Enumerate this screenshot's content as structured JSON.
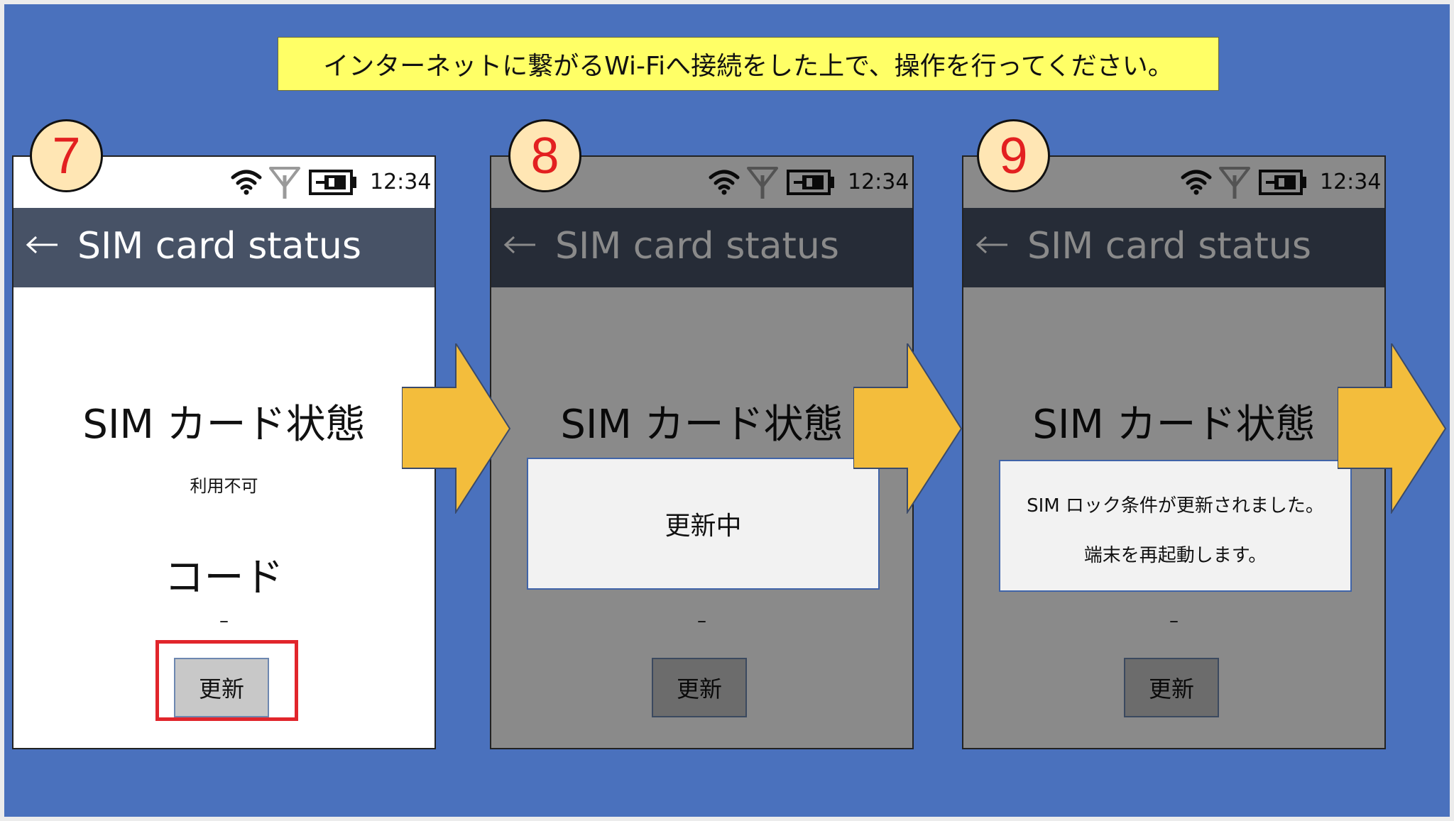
{
  "banner": {
    "text": "インターネットに繋がるWi-Fiへ接続をした上で、操作を行ってください。"
  },
  "colors": {
    "slide_background": "#4a71bd",
    "banner": "#ffff66",
    "appbar": "#475266",
    "badge_fill": "#ffe6b4",
    "badge_number": "#e32020",
    "arrow": "#f3bd3c",
    "highlight": "#e1252b"
  },
  "icons": {
    "status": [
      "wifi-icon",
      "antenna-icon",
      "battery-icon"
    ],
    "back": "back-arrow-icon",
    "flow": "right-arrow-icon"
  },
  "steps": [
    {
      "number": "7",
      "status_time": "12:34",
      "app_title": "SIM card status",
      "sim_heading": "SIM カード状態",
      "sim_value": "利用不可",
      "code_heading": "コード",
      "code_value": "–",
      "update_label": "更新"
    },
    {
      "number": "8",
      "status_time": "12:34",
      "app_title": "SIM card status",
      "sim_heading": "SIM カード状態",
      "dialog_text": "更新中",
      "code_value": "–",
      "update_label": "更新"
    },
    {
      "number": "9",
      "status_time": "12:34",
      "app_title": "SIM card status",
      "sim_heading": "SIM カード状態",
      "dialog_line1": "SIM ロック条件が更新されました。",
      "dialog_line2": "端末を再起動します。",
      "code_value": "–",
      "update_label": "更新"
    }
  ]
}
